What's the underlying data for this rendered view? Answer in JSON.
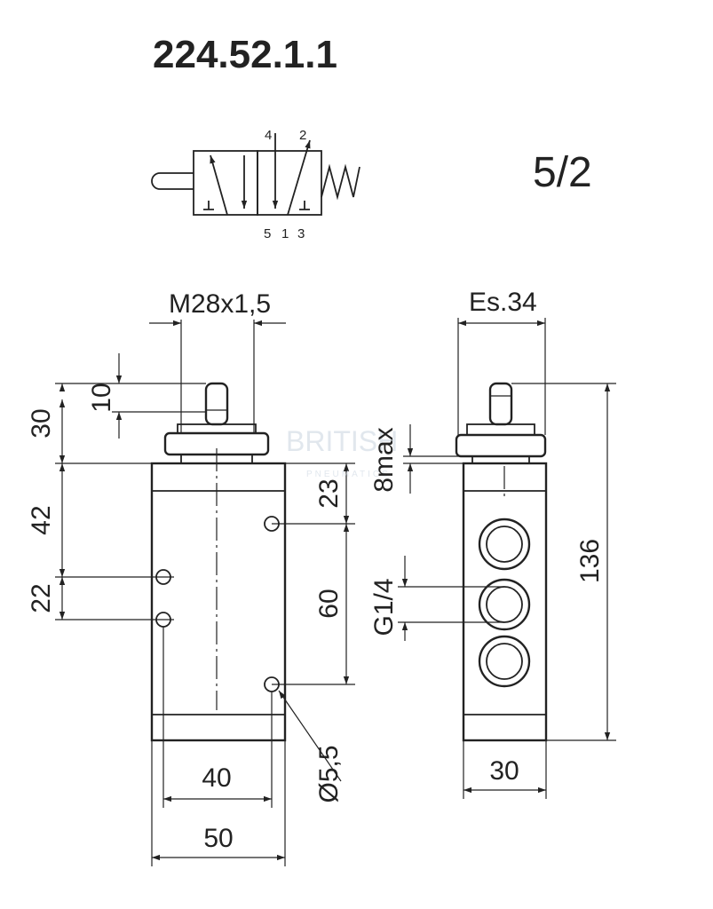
{
  "title": "224.52.1.1",
  "function": "5/2",
  "symbol": {
    "ports_top": [
      "4",
      "2"
    ],
    "ports_bottom": [
      "5",
      "1",
      "3"
    ]
  },
  "watermark": {
    "text": "BRITISH",
    "subtext": "PNEUMATICS"
  },
  "dimensions": {
    "thread": "M28x1,5",
    "wrench": "Es.34",
    "stem_length": "10",
    "top_height": "30",
    "body_top_to_hole": "42",
    "hole_spacing_left": "22",
    "top_to_right_hole": "23",
    "right_hole_spacing": "60",
    "hole_diameter": "Ø5,5",
    "hole_center_distance": "40",
    "body_width": "50",
    "max_stroke": "8max",
    "port_thread": "G1/4",
    "overall_length": "136",
    "side_width": "30"
  },
  "colors": {
    "line": "#222222",
    "watermark": "#c9d4e0"
  }
}
